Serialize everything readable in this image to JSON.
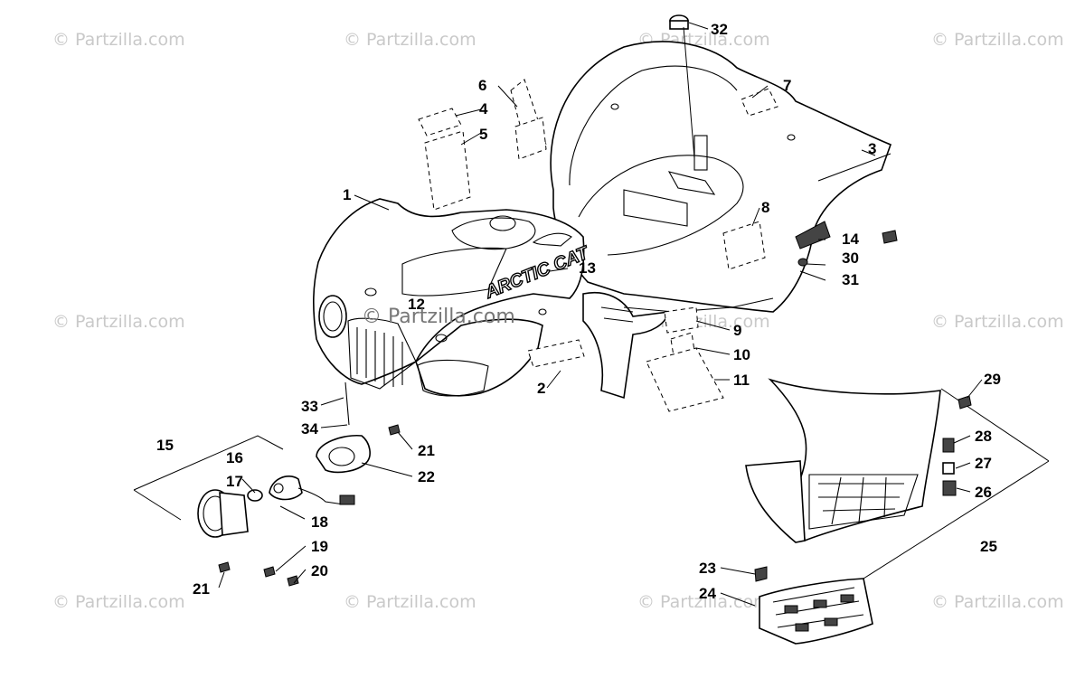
{
  "watermark": "© Partzilla.com",
  "center_watermark": "© Partzilla.com",
  "brand_decal": "ARCTIC CAT",
  "labels": {
    "n1": "1",
    "n2": "2",
    "n3": "3",
    "n4": "4",
    "n5": "5",
    "n6": "6",
    "n7": "7",
    "n8": "8",
    "n9": "9",
    "n10": "10",
    "n11": "11",
    "n12": "12",
    "n13": "13",
    "n14": "14",
    "n15": "15",
    "n16": "16",
    "n17": "17",
    "n18": "18",
    "n19": "19",
    "n20": "20",
    "n21a": "21",
    "n21b": "21",
    "n22": "22",
    "n23": "23",
    "n24": "24",
    "n25": "25",
    "n26": "26",
    "n27": "27",
    "n28": "28",
    "n29": "29",
    "n30": "30",
    "n31": "31",
    "n32": "32",
    "n33": "33",
    "n34": "34"
  },
  "colors": {
    "line": "#000000",
    "background": "#ffffff",
    "watermark": "#c9c9c9"
  }
}
